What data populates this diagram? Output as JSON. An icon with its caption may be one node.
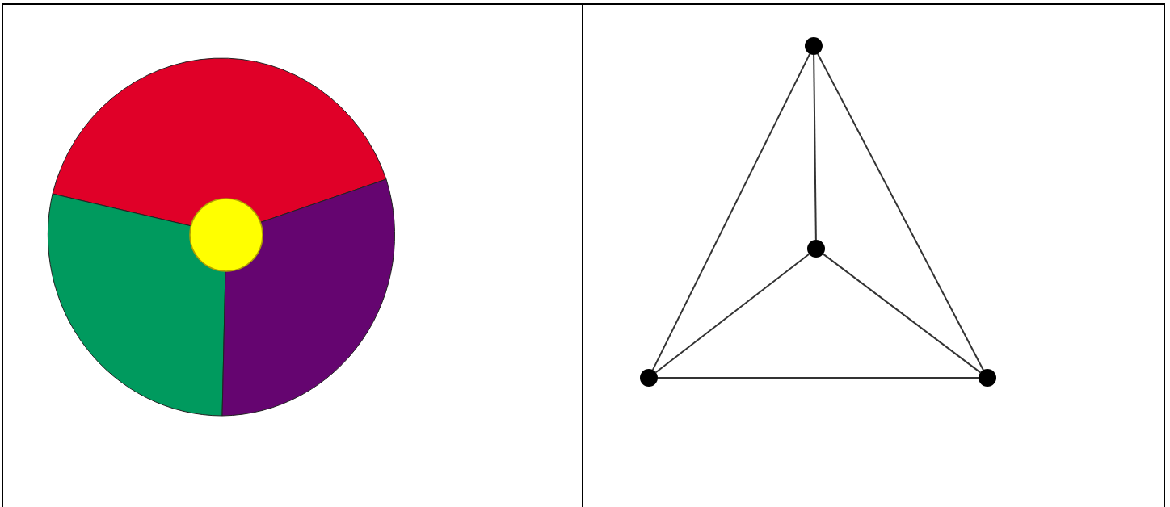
{
  "diagram": {
    "nodes": [
      {
        "text": [],
        "shape": "circle"
      },
      {
        "text": [],
        "shape": "circle"
      },
      {
        "text": [],
        "shape": "circle"
      },
      {
        "text": [],
        "shape": "circle"
      }
    ],
    "edges": [
      {
        "from": 0,
        "to": 1,
        "arrow": "none"
      },
      {
        "from": 0,
        "to": 2,
        "arrow": "none"
      },
      {
        "from": 0,
        "to": 3,
        "arrow": "none"
      },
      {
        "from": 1,
        "to": 2,
        "arrow": "none"
      },
      {
        "from": 1,
        "to": 3,
        "arrow": "none"
      },
      {
        "from": 2,
        "to": 3,
        "arrow": "none"
      }
    ]
  }
}
